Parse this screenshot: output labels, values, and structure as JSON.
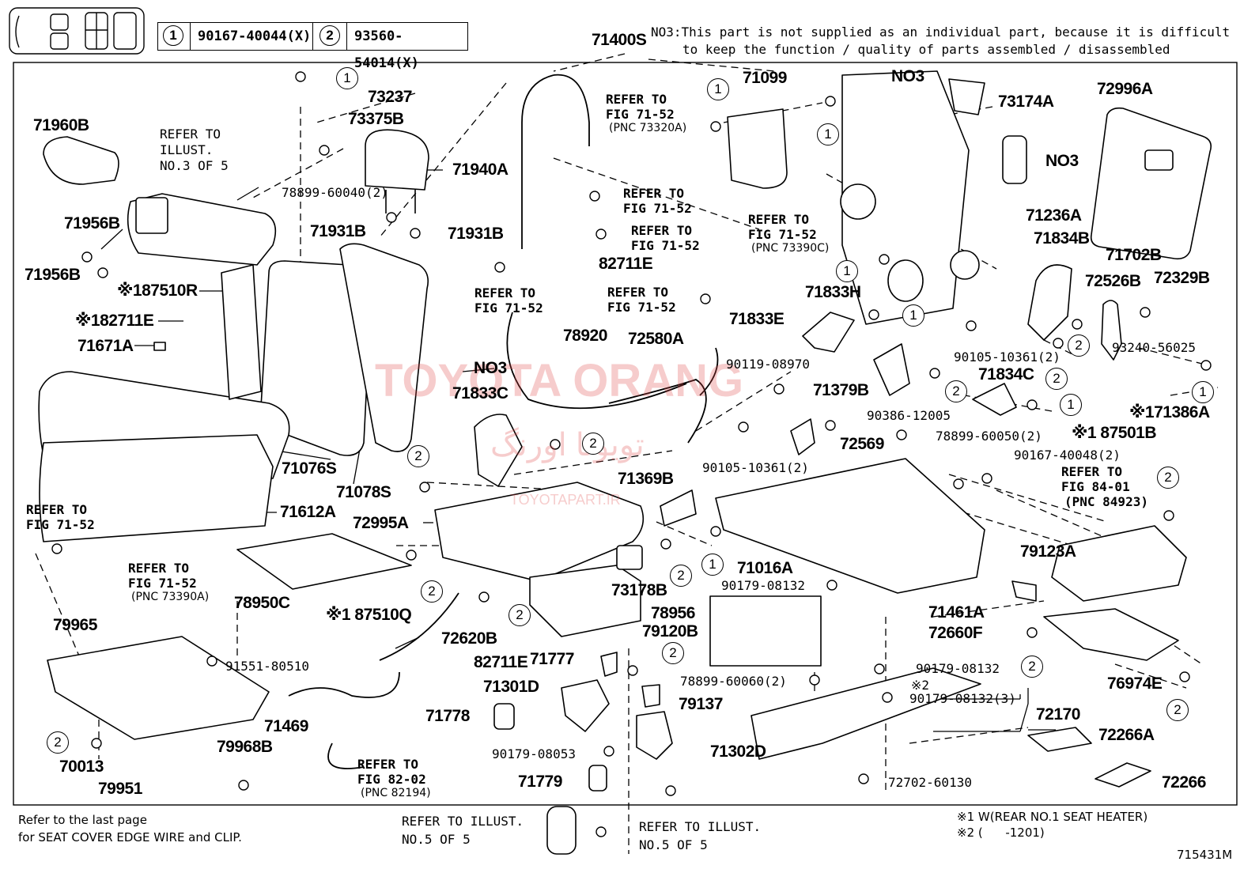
{
  "legend": {
    "item1_num": "1",
    "item1_part": "90167-40044(X)",
    "item2_num": "2",
    "item2_part": "93560-54014(X)"
  },
  "header": {
    "assembly_part": "71400S",
    "note_line1": "NO3:This part is not supplied as an individual part, because it is difficult",
    "note_line2": "to keep the function / quality of parts assembled / disassembled"
  },
  "watermark": {
    "main": "TOYOTA ORANG",
    "arabic": "تويوتا اورنگ",
    "url": "TOYOTAPART.IR"
  },
  "labels": {
    "p71960B": "71960B",
    "p71956B_a": "71956B",
    "p71956B_b": "71956B",
    "ref_illust_3_1": "REFER TO",
    "ref_illust_3_2": "ILLUST.",
    "ref_illust_3_3": "NO.3 OF 5",
    "p73237": "73237",
    "p73375B": "73375B",
    "p78899_60040": "78899-60040(2)",
    "p71940A": "71940A",
    "p71931B_a": "71931B",
    "p71931B_b": "71931B",
    "p87510R": "※187510R",
    "p82711E_a": "※182711E",
    "p71671A": "71671A",
    "p71076S": "71076S",
    "p71078S": "71078S",
    "p71612A": "71612A",
    "ref_7152_a1": "REFER TO",
    "ref_7152_a2": "FIG 71-52",
    "ref_7152_b1": "REFER TO",
    "ref_7152_b2": "FIG 71-52",
    "ref_7152_b3": "(PNC 73390A)",
    "p78950C": "78950C",
    "p87510Q": "※1 87510Q",
    "p79965": "79965",
    "p91551_80510": "91551-80510",
    "p70013": "70013",
    "p79951": "79951",
    "p71469": "71469",
    "p79968B": "79968B",
    "ref_8202_1": "REFER TO",
    "ref_8202_2": "FIG 82-02",
    "ref_8202_3": "(PNC 82194)",
    "p72620B": "72620B",
    "p82711E_b": "82711E",
    "p72995A": "72995A",
    "p71833C": "71833C",
    "p78920": "78920",
    "p72580A": "72580A",
    "p_NO3_a": "NO3",
    "p71369B": "71369B",
    "p73178B": "73178B",
    "p78956": "78956",
    "p79120B": "79120B",
    "p71777": "71777",
    "p71301D": "71301D",
    "p71778": "71778",
    "p90179_08053": "90179-08053",
    "p71779": "71779",
    "p79137": "79137",
    "p71302D": "71302D",
    "ref_7152_c1": "REFER TO",
    "ref_7152_c2": "FIG 71-52",
    "ref_7152_c3": "(PNC 73320A)",
    "ref_7152_d1": "REFER TO",
    "ref_7152_d2": "FIG 71-52",
    "ref_7152_e1": "REFER TO",
    "ref_7152_e2": "FIG 71-52",
    "p82711E_c": "82711E",
    "ref_7152_f1": "REFER TO",
    "ref_7152_f2": "FIG 71-52",
    "ref_7152_g1": "REFER TO",
    "ref_7152_g2": "FIG 71-52",
    "ref_7152_h1": "REFER TO",
    "ref_7152_h2": "FIG 71-52",
    "ref_7152_h3": "(PNC 73390C)",
    "p71099": "71099",
    "p_NO3_b": "NO3",
    "p73174A": "73174A",
    "p_NO3_c": "NO3",
    "p71236A": "71236A",
    "p72996A": "72996A",
    "p71702B": "71702B",
    "p71834B": "71834B",
    "p72526B": "72526B",
    "p72329B": "72329B",
    "p93240_56025": "93240-56025",
    "p71833H": "71833H",
    "p71833E": "71833E",
    "p90105_10361_a": "90105-10361(2)",
    "p90119_08970": "90119-08970",
    "p71834C": "71834C",
    "p71379B": "71379B",
    "p90386_12005": "90386-12005",
    "p72569": "72569",
    "p78899_60050": "78899-60050(2)",
    "p90105_10361_b": "90105-10361(2)",
    "p171386A": "※171386A",
    "p87501B": "※1 87501B",
    "p90167_40048": "90167-40048(2)",
    "ref_8401_1": "REFER TO",
    "ref_8401_2": "FIG 84-01",
    "ref_8401_3": "(PNC 84923)",
    "p71016A": "71016A",
    "p90179_08132_a": "90179-08132",
    "p79123A": "79123A",
    "p71461A": "71461A",
    "p72660F": "72660F",
    "p90179_08132_b": "90179-08132",
    "p_x2": "※2",
    "p90179_08132_c": "90179-08132(3)",
    "p72170": "72170",
    "p78899_60060": "78899-60060(2)",
    "p72266A": "72266A",
    "p76974E": "76974E",
    "p72702_60130": "72702-60130",
    "p72266": "72266"
  },
  "footer": {
    "left_line1": "Refer to the last page",
    "left_line2": "for SEAT COVER EDGE WIRE and CLIP.",
    "ref_a1": "REFER TO ILLUST.",
    "ref_a2": "NO.5 OF 5",
    "ref_b1": "REFER TO ILLUST.",
    "ref_b2": "NO.5 OF 5",
    "note1": "※1 W(REAR NO.1 SEAT HEATER)",
    "note2": "※2 (      -1201)",
    "figure_id": "715431M"
  }
}
